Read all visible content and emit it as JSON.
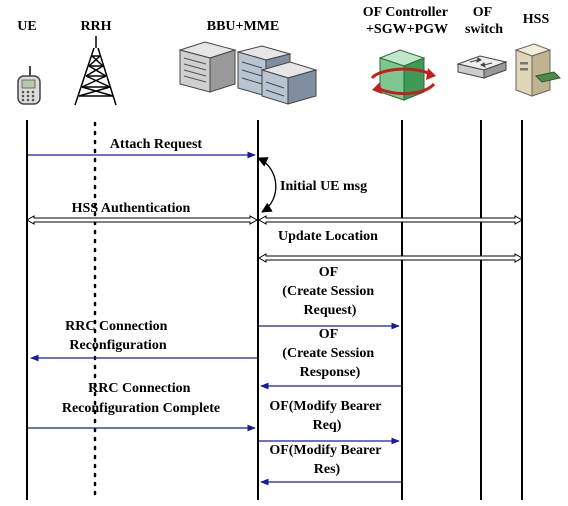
{
  "entities": [
    {
      "id": "ue",
      "label_lines": [
        "UE"
      ],
      "icon": "phone-icon"
    },
    {
      "id": "rrh",
      "label_lines": [
        "RRH"
      ],
      "icon": "antenna-tower-icon"
    },
    {
      "id": "bbu",
      "label_lines": [
        "BBU+MME"
      ],
      "icon": "server-rack-icon"
    },
    {
      "id": "ofc",
      "label_lines": [
        "OF Controller",
        "+SGW+PGW"
      ],
      "icon": "controller-icon"
    },
    {
      "id": "ofs",
      "label_lines": [
        "OF",
        "switch"
      ],
      "icon": "switch-icon"
    },
    {
      "id": "hss",
      "label_lines": [
        "HSS"
      ],
      "icon": "hss-server-icon"
    }
  ],
  "messages": [
    {
      "id": "attach-request",
      "label_lines": [
        "Attach Request"
      ]
    },
    {
      "id": "initial-ue-msg",
      "label_lines": [
        "Initial UE msg"
      ]
    },
    {
      "id": "hss-authentication",
      "label_lines": [
        "HSS Authentication"
      ]
    },
    {
      "id": "update-location",
      "label_lines": [
        "Update Location"
      ]
    },
    {
      "id": "create-session-request",
      "label_lines": [
        "OF",
        "(Create Session",
        "Request)"
      ]
    },
    {
      "id": "rrc-connection-reconfiguration",
      "label_lines": [
        "RRC Connection",
        "Reconfiguration"
      ]
    },
    {
      "id": "create-session-response",
      "label_lines": [
        "OF",
        "(Create Session",
        "Response)"
      ]
    },
    {
      "id": "rrc-reconfiguration-complete",
      "label_lines": [
        "RRC Connection",
        "Reconfiguration Complete"
      ]
    },
    {
      "id": "modify-bearer-req",
      "label_lines": [
        "OF(Modify Bearer",
        "Req)"
      ]
    },
    {
      "id": "modify-bearer-res",
      "label_lines": [
        "OF(Modify Bearer",
        "Res)"
      ]
    }
  ],
  "colors": {
    "arrow": "#1a1aa0",
    "lifeline": "#000000"
  }
}
